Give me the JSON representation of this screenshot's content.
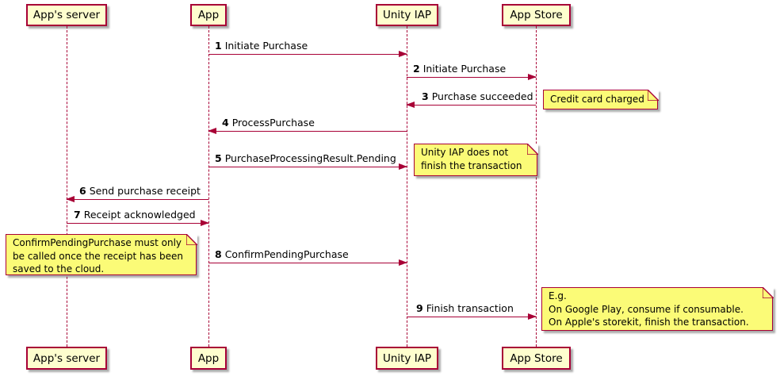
{
  "diagram": {
    "type": "uml-sequence",
    "participants": [
      {
        "name": "App's server"
      },
      {
        "name": "App"
      },
      {
        "name": "Unity IAP"
      },
      {
        "name": "App Store"
      }
    ],
    "messages": [
      {
        "num": "1",
        "label": "Initiate Purchase"
      },
      {
        "num": "2",
        "label": "Initiate Purchase"
      },
      {
        "num": "3",
        "label": "Purchase succeeded"
      },
      {
        "num": "4",
        "label": "ProcessPurchase"
      },
      {
        "num": "5",
        "label": "PurchaseProcessingResult.Pending"
      },
      {
        "num": "6",
        "label": "Send purchase receipt"
      },
      {
        "num": "7",
        "label": "Receipt acknowledged"
      },
      {
        "num": "8",
        "label": "ConfirmPendingPurchase"
      },
      {
        "num": "9",
        "label": "Finish transaction"
      }
    ],
    "notes": [
      {
        "lines": [
          "Credit card charged"
        ]
      },
      {
        "lines": [
          "Unity IAP does not",
          "finish the transaction"
        ]
      },
      {
        "lines": [
          "ConfirmPendingPurchase must only",
          "be called once the receipt has been",
          "saved to the cloud."
        ]
      },
      {
        "lines": [
          "E.g.",
          "On Google Play, consume if consumable.",
          "On Apple's storekit, finish the transaction."
        ]
      }
    ],
    "colors": {
      "participant_fill": "#FEFECE",
      "note_fill": "#FBFB77",
      "border": "#A80036",
      "arrow": "#A80036",
      "text": "#000000"
    }
  }
}
